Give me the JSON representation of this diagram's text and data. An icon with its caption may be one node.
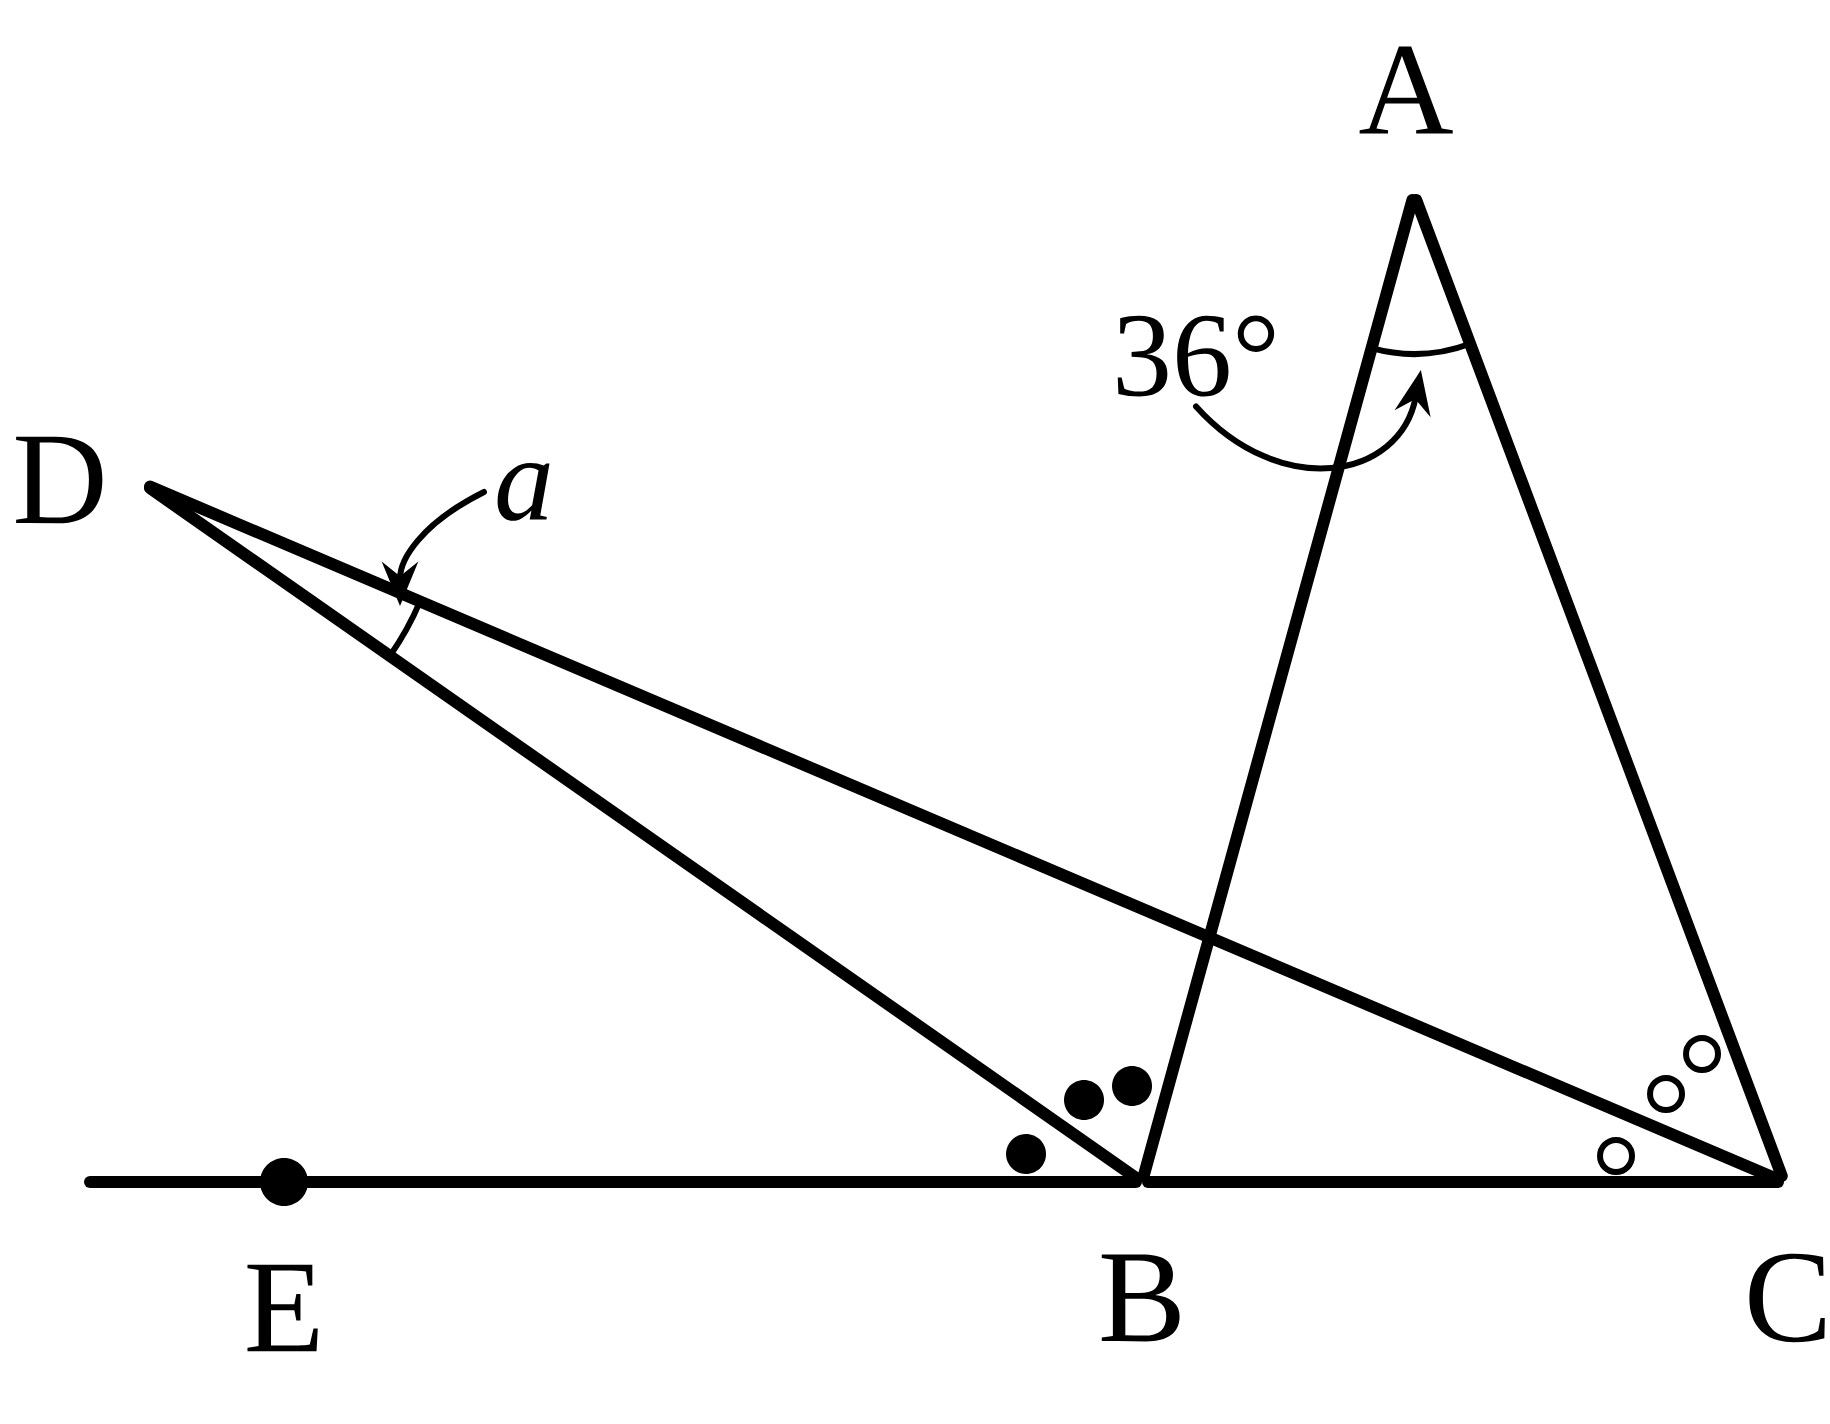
{
  "diagram": {
    "nodes": [
      {
        "text": [
          "A"
        ]
      },
      {
        "text": [
          "B"
        ]
      },
      {
        "text": [
          "C"
        ]
      },
      {
        "text": [
          "D"
        ]
      },
      {
        "text": [
          "E"
        ]
      },
      {
        "text": [
          "36°"
        ]
      },
      {
        "text": [
          "a"
        ]
      },
      {
        "text": [],
        "shape": "arc"
      },
      {
        "text": [],
        "shape": "arc"
      }
    ],
    "edges": [
      {
        "from": 0,
        "to": 1,
        "arrow": "none"
      },
      {
        "from": 0,
        "to": 2,
        "arrow": "none"
      },
      {
        "from": 3,
        "to": 1,
        "arrow": "none"
      },
      {
        "from": 3,
        "to": 2,
        "arrow": "none"
      },
      {
        "from": 4,
        "to": 1,
        "arrow": "none"
      },
      {
        "from": 1,
        "to": 2,
        "arrow": "none"
      },
      {
        "from": null,
        "to": 4,
        "arrow": "none"
      },
      {
        "from": 5,
        "to": 7,
        "arrow": "to"
      },
      {
        "from": 6,
        "to": 8,
        "arrow": "to"
      }
    ]
  }
}
